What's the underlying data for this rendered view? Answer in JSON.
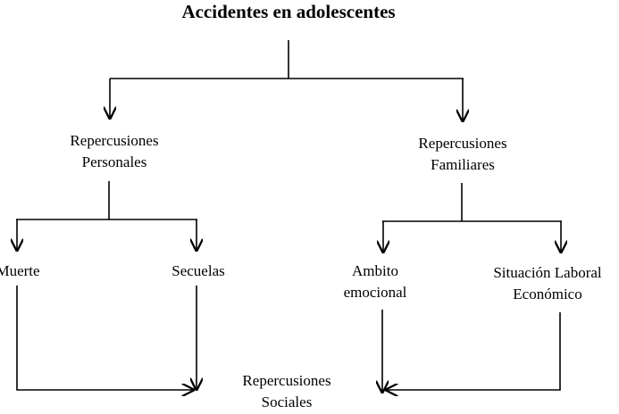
{
  "title": "Accidentes en adolescentes",
  "nodes": {
    "personales": [
      "Repercusiones",
      "Personales"
    ],
    "familiares": [
      "Repercusiones",
      "Familiares"
    ],
    "muerte": "Muerte",
    "secuelas": "Secuelas",
    "ambito": [
      "Ambito",
      "emocional"
    ],
    "situacion": [
      "Situación Laboral",
      "Económico"
    ],
    "sociales": [
      "Repercusiones",
      "Sociales"
    ]
  },
  "colors": {
    "line": "#000000",
    "background": "#ffffff"
  }
}
